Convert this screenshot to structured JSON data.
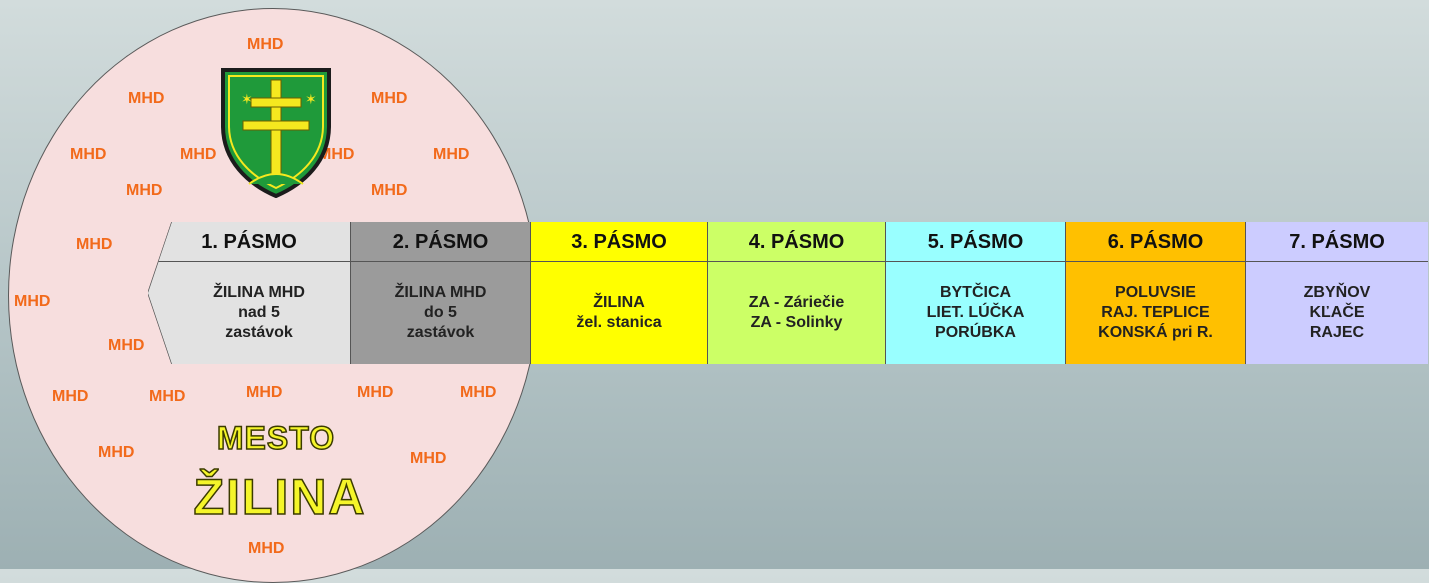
{
  "colors": {
    "background": "#b4c4c6",
    "circle_fill": "#f7dede",
    "mhd_text": "#f26a1b",
    "shield_green": "#1f9a3a",
    "cross_yellow": "#f5e81f",
    "city_text_fill": "#f5f52a"
  },
  "mhd_label": "MHD",
  "city": {
    "line1": "MESTO",
    "line2": "ŽILINA",
    "emblem": "coat-of-arms-shield-icon"
  },
  "zones": [
    {
      "head": "1. PÁSMO",
      "lines": [
        "ŽILINA MHD",
        "nad 5",
        "zastávok"
      ],
      "head_color": "#e2e2e2",
      "body_color": "#e2e2e2"
    },
    {
      "head": "2. PÁSMO",
      "lines": [
        "ŽILINA MHD",
        "do 5",
        "zastávok"
      ],
      "head_color": "#9b9b9b",
      "body_color": "#9b9b9b"
    },
    {
      "head": "3. PÁSMO",
      "lines": [
        "ŽILINA",
        "žel. stanica"
      ],
      "head_color": "#ffff00",
      "body_color": "#ffff00"
    },
    {
      "head": "4. PÁSMO",
      "lines": [
        "ZA - Záriečie",
        "ZA - Solinky"
      ],
      "head_color": "#ccff66",
      "body_color": "#ccff66"
    },
    {
      "head": "5. PÁSMO",
      "lines": [
        "BYTČICA",
        "LIET. LÚČKA",
        "PORÚBKA"
      ],
      "head_color": "#99ffff",
      "body_color": "#99ffff"
    },
    {
      "head": "6. PÁSMO",
      "lines": [
        "POLUVSIE",
        "RAJ. TEPLICE",
        "KONSKÁ pri R."
      ],
      "head_color": "#ffc000",
      "body_color": "#ffc000"
    },
    {
      "head": "7. PÁSMO",
      "lines": [
        "ZBYŇOV",
        "KĽAČE",
        "RAJEC"
      ],
      "head_color": "#ccccff",
      "body_color": "#ccccff"
    }
  ]
}
